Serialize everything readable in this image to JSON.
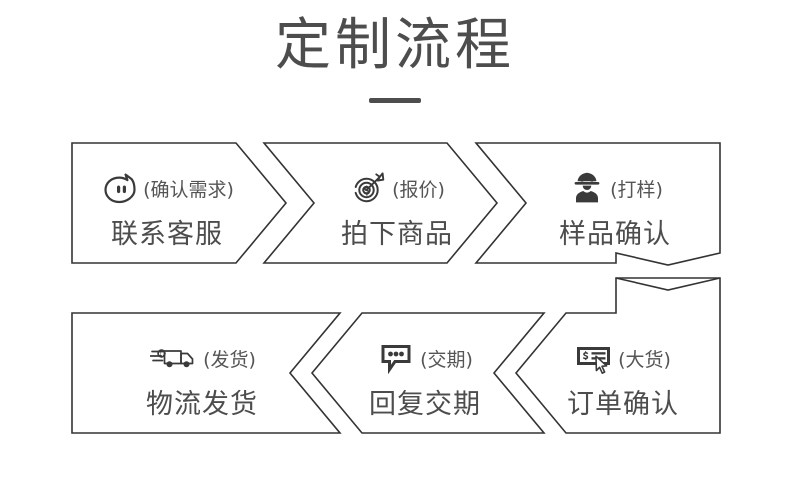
{
  "header": {
    "title": "定制流程",
    "divider": "rule"
  },
  "theme": {
    "outline_color": "#333333",
    "text_color": "#4d4d4d",
    "note_color": "#555555",
    "background": "#ffffff",
    "icon_dark": "#3a3a3a"
  },
  "flow": {
    "direction_top": "left-to-right",
    "direction_bottom": "right-to-left",
    "steps": [
      {
        "index": 1,
        "row": "top",
        "label": "联系客服",
        "note": "(确认需求)",
        "icon": "speech-face-icon"
      },
      {
        "index": 2,
        "row": "top",
        "label": "拍下商品",
        "note": "(报价)",
        "icon": "target-dart-icon"
      },
      {
        "index": 3,
        "row": "top",
        "label": "样品确认",
        "note": "(打样)",
        "icon": "worker-helmet-icon"
      },
      {
        "index": 4,
        "row": "bottom",
        "label": "订单确认",
        "note": "(大货)",
        "icon": "payment-card-cursor-icon"
      },
      {
        "index": 5,
        "row": "bottom",
        "label": "回复交期",
        "note": "(交期)",
        "icon": "chat-dots-icon"
      },
      {
        "index": 6,
        "row": "bottom",
        "label": "物流发货",
        "note": "(发货)",
        "icon": "delivery-truck-icon"
      }
    ]
  }
}
